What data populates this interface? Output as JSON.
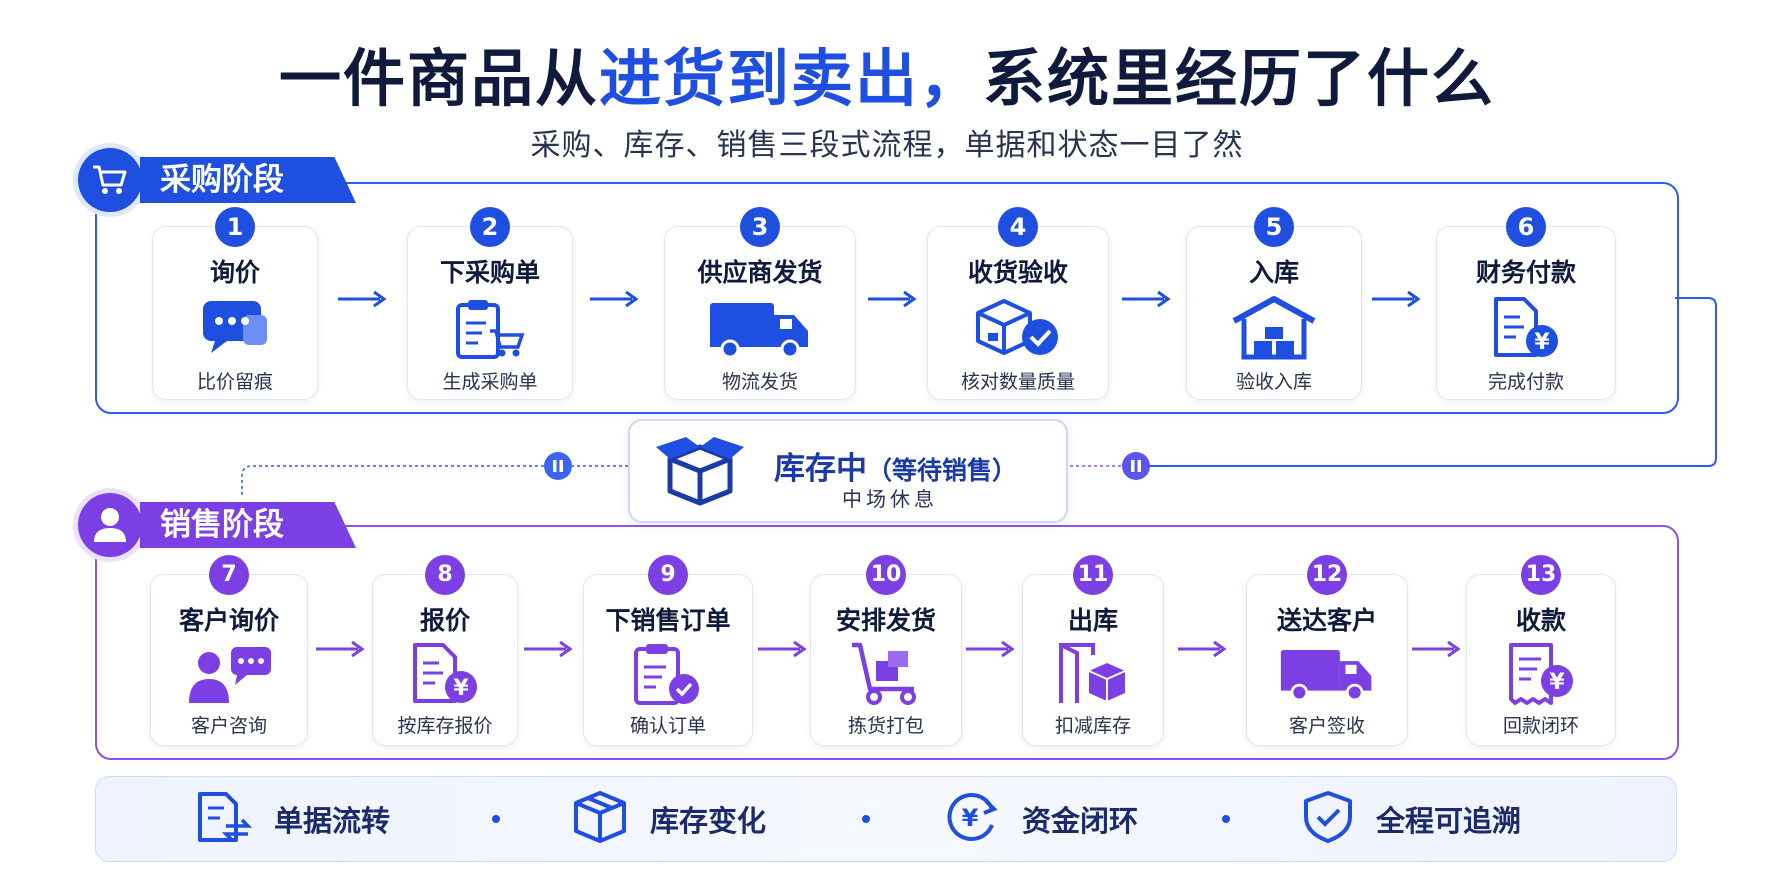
{
  "title": {
    "part1": "一件商品从",
    "highlight": "进货到卖出，",
    "part2": "系统里经历了什么"
  },
  "subtitle": "采购、库存、销售三段式流程，单据和状态一目了然",
  "purchase_stage": {
    "label": "采购阶段",
    "icon": "shopping-cart-icon",
    "steps": [
      {
        "num": "1",
        "title": "询价",
        "sub": "比价留痕",
        "icon": "chat-bubble-icon"
      },
      {
        "num": "2",
        "title": "下采购单",
        "sub": "生成采购单",
        "icon": "clipboard-cart-icon"
      },
      {
        "num": "3",
        "title": "供应商发货",
        "sub": "物流发货",
        "icon": "truck-icon"
      },
      {
        "num": "4",
        "title": "收货验收",
        "sub": "核对数量质量",
        "icon": "box-check-icon"
      },
      {
        "num": "5",
        "title": "入库",
        "sub": "验收入库",
        "icon": "warehouse-icon"
      },
      {
        "num": "6",
        "title": "财务付款",
        "sub": "完成付款",
        "icon": "invoice-yen-icon"
      }
    ]
  },
  "inventory": {
    "title": "库存中",
    "note": "（等待销售）",
    "sub": "中场休息",
    "icon": "open-box-icon"
  },
  "sales_stage": {
    "label": "销售阶段",
    "icon": "user-icon",
    "steps": [
      {
        "num": "7",
        "title": "客户询价",
        "sub": "客户咨询",
        "icon": "user-chat-icon"
      },
      {
        "num": "8",
        "title": "报价",
        "sub": "按库存报价",
        "icon": "quote-yen-icon"
      },
      {
        "num": "9",
        "title": "下销售订单",
        "sub": "确认订单",
        "icon": "clipboard-check-icon"
      },
      {
        "num": "10",
        "title": "安排发货",
        "sub": "拣货打包",
        "icon": "hand-truck-icon"
      },
      {
        "num": "11",
        "title": "出库",
        "sub": "扣减库存",
        "icon": "door-box-icon"
      },
      {
        "num": "12",
        "title": "送达客户",
        "sub": "客户签收",
        "icon": "truck-icon"
      },
      {
        "num": "13",
        "title": "收款",
        "sub": "回款闭环",
        "icon": "receipt-yen-icon"
      }
    ]
  },
  "footer": [
    {
      "label": "单据流转",
      "icon": "document-transfer-icon"
    },
    {
      "label": "库存变化",
      "icon": "box-icon"
    },
    {
      "label": "资金闭环",
      "icon": "yen-cycle-icon"
    },
    {
      "label": "全程可追溯",
      "icon": "shield-check-icon"
    }
  ],
  "colors": {
    "purchase_accent": "#1f4fe0",
    "sales_accent": "#7b3fe4",
    "title_dark": "#0f1a3c"
  }
}
